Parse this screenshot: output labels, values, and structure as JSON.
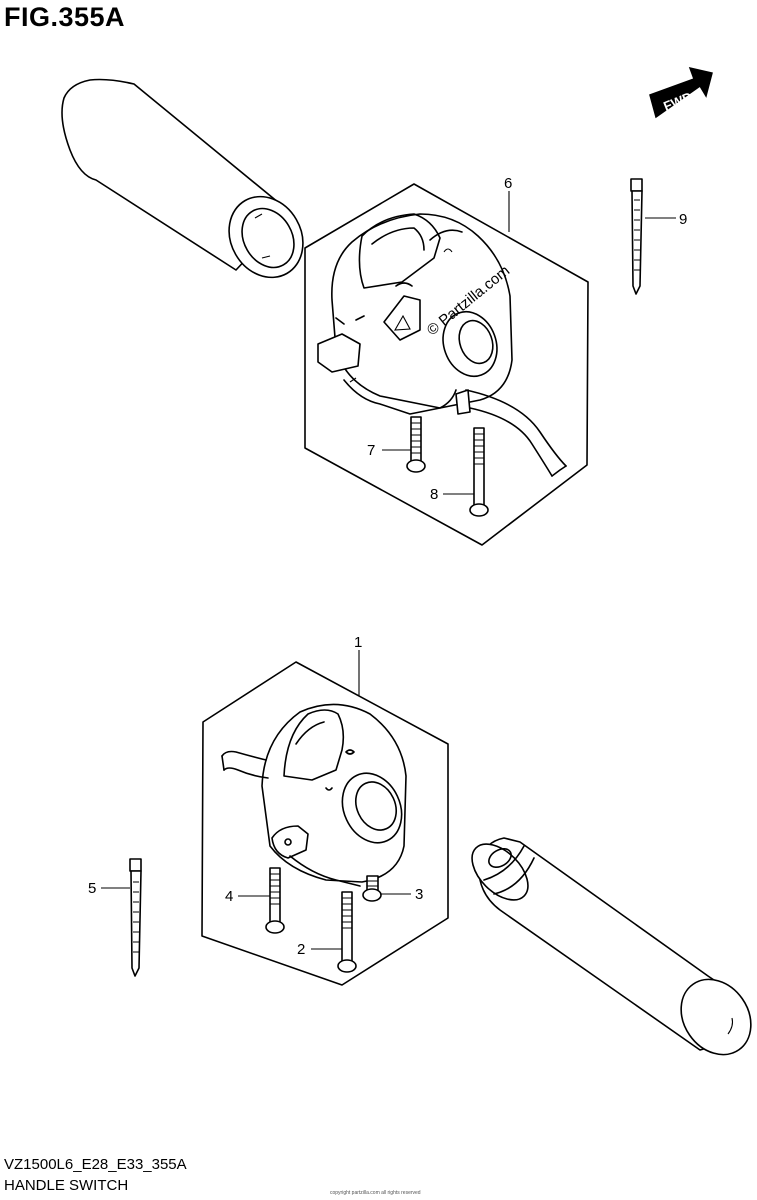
{
  "figure": {
    "title": "FIG.355A",
    "model_code": "VZ1500L6_E28_E33_355A",
    "description": "HANDLE SWITCH",
    "fine_print": "copyright partzilla.com all rights reserved"
  },
  "direction_badge": {
    "label": "FWD"
  },
  "watermark": "© Partzilla.com",
  "callouts": [
    "1",
    "2",
    "3",
    "4",
    "5",
    "6",
    "7",
    "8",
    "9"
  ]
}
